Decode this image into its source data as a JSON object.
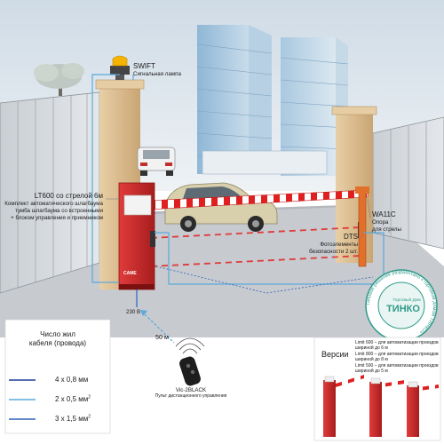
{
  "colors": {
    "cable_4x08": "#1f3f9a",
    "cable_2x05": "#5aa9dc",
    "cable_3x15": "#2f63bc",
    "barrier_red": "#c62a2a",
    "beam_red": "#e02020",
    "photocell_line": "#e03a3a",
    "sky_top": "#dbe5ee",
    "road": "#c9ccd1",
    "pillar": "#d9b88a",
    "seal_green": "#2f9a8a"
  },
  "lamp": {
    "name": "SWIFT",
    "desc": "Сигнальная лампа",
    "icon": "signal-lamp-icon"
  },
  "barrier": {
    "name": "LT600 со стрелой 6м",
    "desc": [
      "Комплект автоматического шлагбаума",
      "тумба шлагбаума со встроенными",
      "+ блоком управления и приемником"
    ],
    "voltage": "230 В",
    "logo": "CAME"
  },
  "support": {
    "name": "WA11C",
    "desc": [
      "Опора",
      "для стрелы"
    ]
  },
  "photocells": {
    "name": "DTS",
    "desc": [
      "Фотоэлементы",
      "безопасности 2 шт."
    ]
  },
  "remote": {
    "distance": "50 м",
    "name": "Vic-2BLACK",
    "desc": "Пульт дистанционного управления",
    "icon": "remote-control-icon"
  },
  "seal": {
    "ring_text": "Типовое решение разработано «Торговым домом ТИНКО»",
    "center_top": "Торговый Дом",
    "center_main": "ТИНКО"
  },
  "cables_legend": {
    "title": [
      "Число жил",
      "кабеля (провода)"
    ],
    "items": [
      {
        "label": "4 х 0,8 мм",
        "sup": "",
        "style": "solid"
      },
      {
        "label": "2 х 0,5 мм",
        "sup": "2",
        "style": "solid"
      },
      {
        "label": "3 х 1,5 мм",
        "sup": "2",
        "style": "solid"
      }
    ]
  },
  "versions": {
    "title": "Версии",
    "items": [
      "Limit 600 – для автоматизации проездов шириной до 6 м",
      "Limit 800 – для автоматизации проездов шириной до 8 м",
      "Limit 500 – для автоматизации проездов шириной до 5 м"
    ]
  }
}
